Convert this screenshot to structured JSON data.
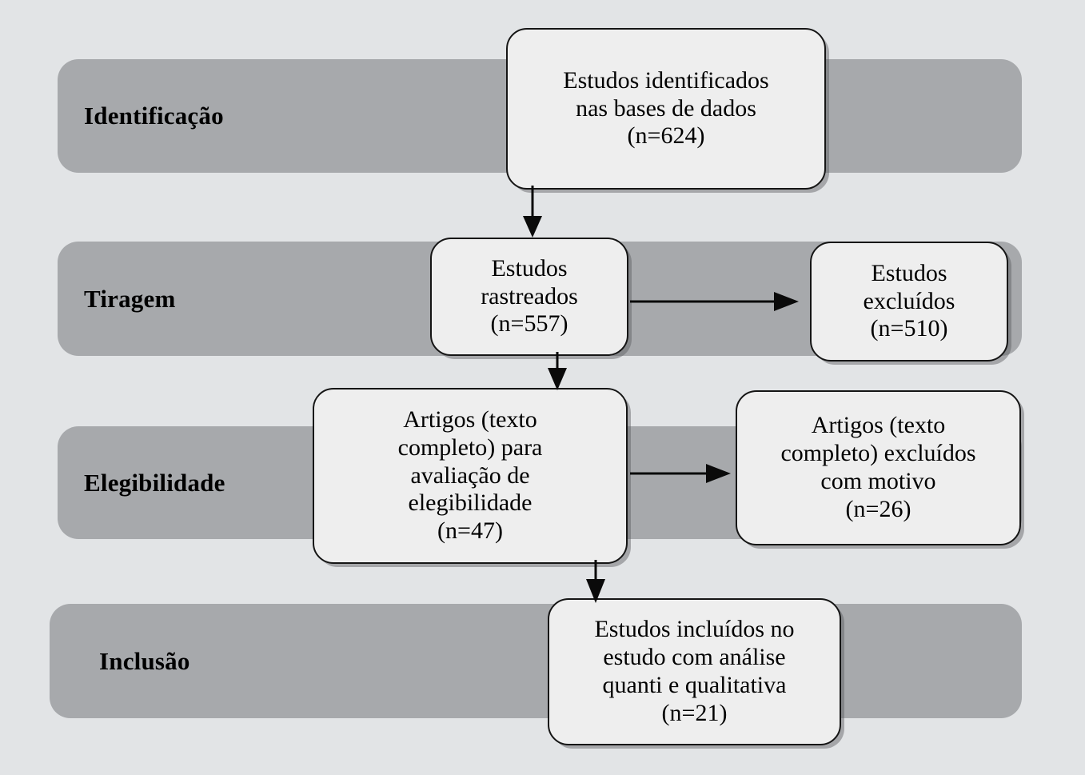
{
  "diagram": {
    "title": "PRISMA flow diagram",
    "language": "pt-BR",
    "colors": {
      "background": "#e2e4e6",
      "band": "#a7a9ac",
      "box_fill": "#eeeeee",
      "box_border": "#151515",
      "text": "#000000",
      "arrow": "#0a0a0a"
    },
    "stages": [
      {
        "id": "identificacao",
        "label": "Identificação"
      },
      {
        "id": "tiragem",
        "label": "Tiragem"
      },
      {
        "id": "elegibilidade",
        "label": "Elegibilidade"
      },
      {
        "id": "inclusao",
        "label": "Inclusão"
      }
    ],
    "boxes": [
      {
        "id": "identificados",
        "stage": "identificacao",
        "text": "Estudos identificados\nnas bases de dados\n(n=624)",
        "count": 624
      },
      {
        "id": "rastreados",
        "stage": "tiragem",
        "text": "Estudos\nrastreados\n(n=557)",
        "count": 557
      },
      {
        "id": "excluidos-triagem",
        "stage": "tiragem",
        "text": "Estudos\nexcluídos\n(n=510)",
        "count": 510
      },
      {
        "id": "texto-completo",
        "stage": "elegibilidade",
        "text": "Artigos (texto\ncompleto) para\navaliação de\nelegibilidade\n(n=47)",
        "count": 47
      },
      {
        "id": "excluidos-motivo",
        "stage": "elegibilidade",
        "text": "Artigos (texto\ncompleto) excluídos\ncom motivo\n(n=26)",
        "count": 26
      },
      {
        "id": "incluidos",
        "stage": "inclusao",
        "text": "Estudos incluídos no\nestudo com análise\nquanti e qualitativa\n(n=21)",
        "count": 21
      }
    ],
    "connectors": [
      {
        "id": "identificados-to-rastreados",
        "from": "identificados",
        "to": "rastreados",
        "direction": "down"
      },
      {
        "id": "rastreados-to-excluidos-triagem",
        "from": "rastreados",
        "to": "excluidos-triagem",
        "direction": "right"
      },
      {
        "id": "rastreados-to-texto-completo",
        "from": "rastreados",
        "to": "texto-completo",
        "direction": "down"
      },
      {
        "id": "texto-completo-to-excluidos-motivo",
        "from": "texto-completo",
        "to": "excluidos-motivo",
        "direction": "right"
      },
      {
        "id": "texto-completo-to-incluidos",
        "from": "texto-completo",
        "to": "incluidos",
        "direction": "down"
      }
    ]
  }
}
